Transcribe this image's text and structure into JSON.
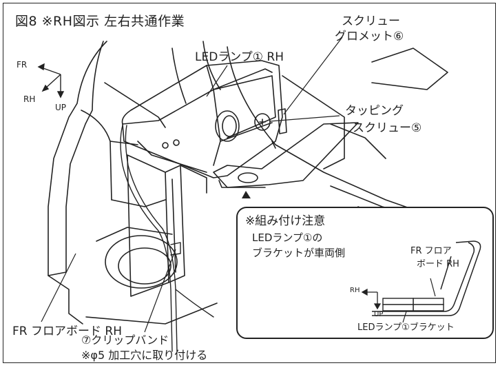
{
  "figure": {
    "title": "図8 ※RH図示 左右共通作業",
    "axes": {
      "fr": "FR",
      "rh": "RH",
      "up": "UP"
    },
    "callouts": {
      "led_lamp": "LEDランプ① RH",
      "screw_grommet_line1": "スクリュー",
      "screw_grommet_line2": "グロメット⑥",
      "tapping_screw_line1": "タッピング",
      "tapping_screw_line2": "スクリュー⑤",
      "floor_board": "FR フロアボード RH",
      "clip_band": "⑦クリップバンド",
      "clip_band_note": "※φ5 加工穴に取り付ける"
    },
    "inset": {
      "heading": "※組み付け注意",
      "line1": "LEDランプ①の",
      "line2": "ブラケットが車両側",
      "board_label_line1": "FR フロア",
      "board_label_line2": "ボード RH",
      "axis_rh": "RH",
      "axis_up": "UP",
      "bracket_label": "LEDランプ①ブラケット"
    }
  }
}
